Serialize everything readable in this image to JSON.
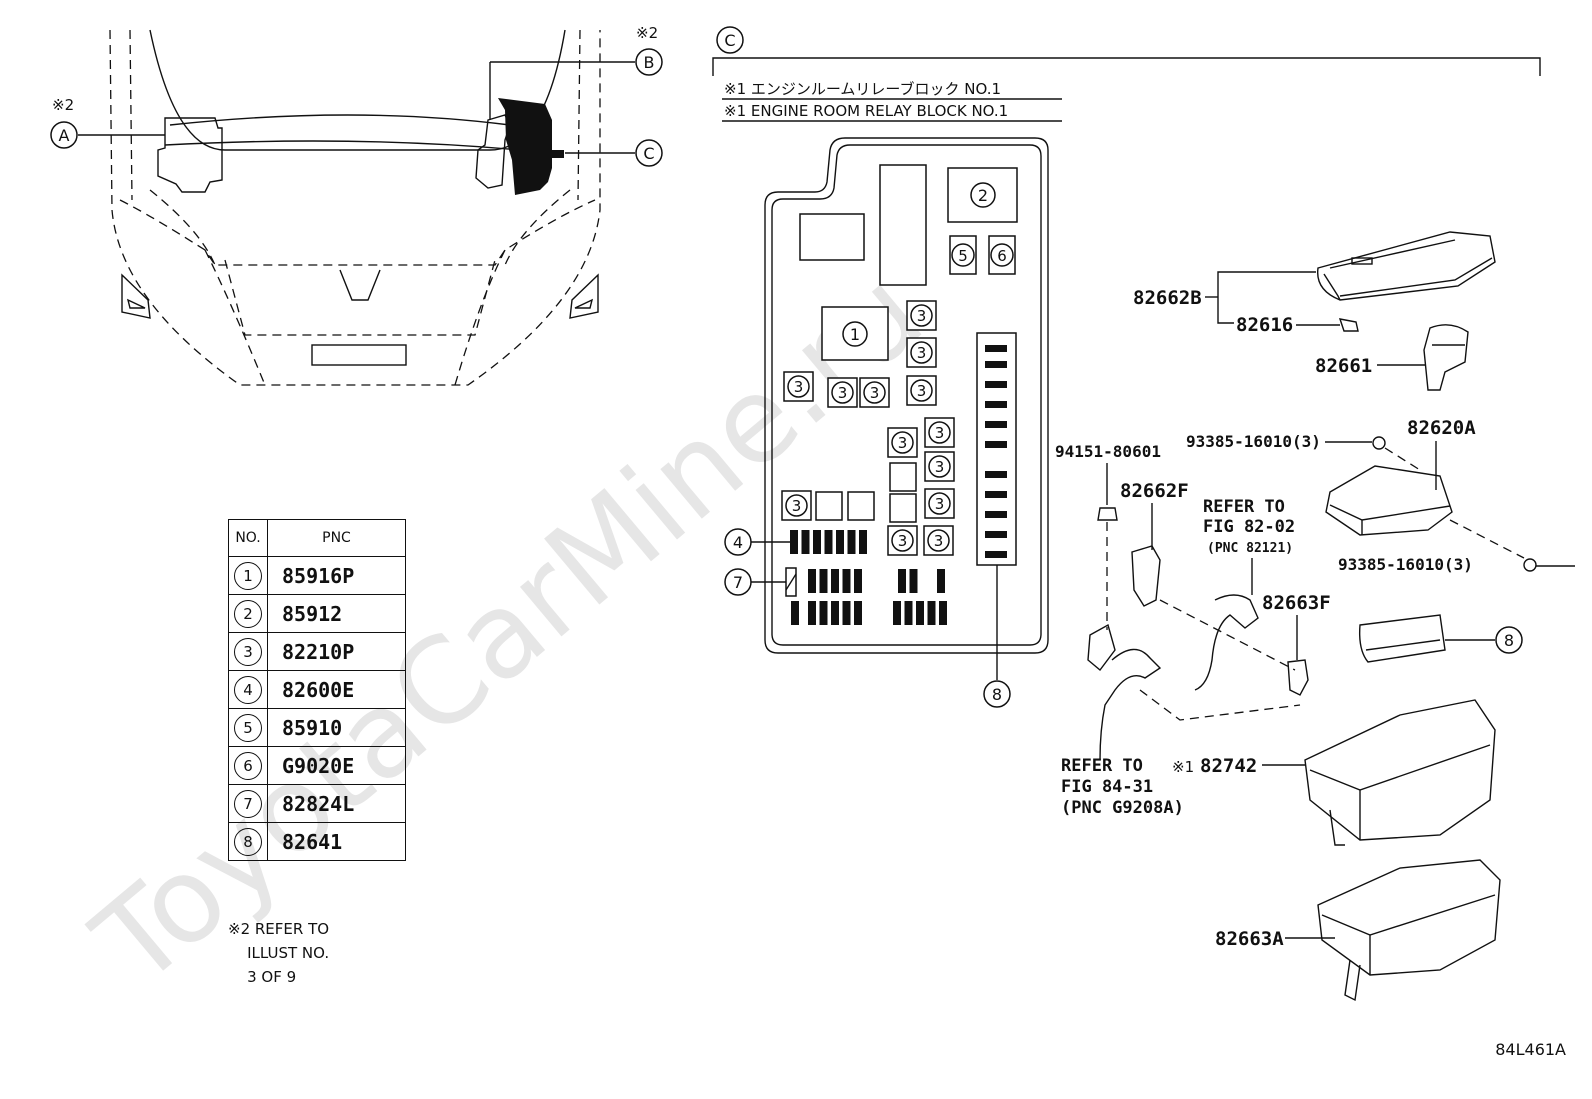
{
  "watermark": "ToyotaCarMine.ru",
  "callouts": {
    "a": "A",
    "b": "B",
    "c": "C",
    "ref_mark": "※2"
  },
  "section_c": {
    "title_jp": "※1 エンジンルームリレーブロック NO.1",
    "title_en": "※1 ENGINE ROOM RELAY BLOCK NO.1"
  },
  "box_numbers": {
    "n1": "1",
    "n2": "2",
    "n3": "3",
    "n4": "4",
    "n5": "5",
    "n6": "6",
    "n7": "7",
    "n8": "8"
  },
  "parts": {
    "p82662B": "82662B",
    "p82616": "82616",
    "p82661": "82661",
    "p82620A": "82620A",
    "p93385a": "93385-16010(3)",
    "p93385b": "93385-16010(3)",
    "p94151": "94151-80601",
    "p82662F": "82662F",
    "p82663F": "82663F",
    "p82742": "82742",
    "mark_82742": "※1",
    "p82663A": "82663A",
    "ref1_l1": "REFER TO",
    "ref1_l2": "FIG 82-02",
    "ref1_l3": "(PNC 82121)",
    "ref2_l1": "REFER TO",
    "ref2_l2": "FIG 84-31",
    "ref2_l3": "(PNC G9208A)"
  },
  "pnc_table": {
    "headers": [
      "NO.",
      "PNC"
    ],
    "rows": [
      {
        "no": "1",
        "pnc": "85916P"
      },
      {
        "no": "2",
        "pnc": "85912"
      },
      {
        "no": "3",
        "pnc": "82210P"
      },
      {
        "no": "4",
        "pnc": "82600E"
      },
      {
        "no": "5",
        "pnc": "85910"
      },
      {
        "no": "6",
        "pnc": "G9020E"
      },
      {
        "no": "7",
        "pnc": "82824L"
      },
      {
        "no": "8",
        "pnc": "82641"
      }
    ]
  },
  "note": {
    "l1": "※2 REFER TO",
    "l2": "    ILLUST NO.",
    "l3": "    3 OF 9"
  },
  "illust_code": "84L461A"
}
